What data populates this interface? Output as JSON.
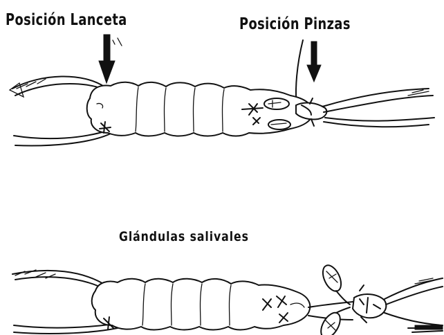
{
  "labels": {
    "lancet_position": "Posición Lanceta",
    "forceps_position": "Posición Pinzas",
    "salivary_glands": "Glándulas salivales"
  }
}
